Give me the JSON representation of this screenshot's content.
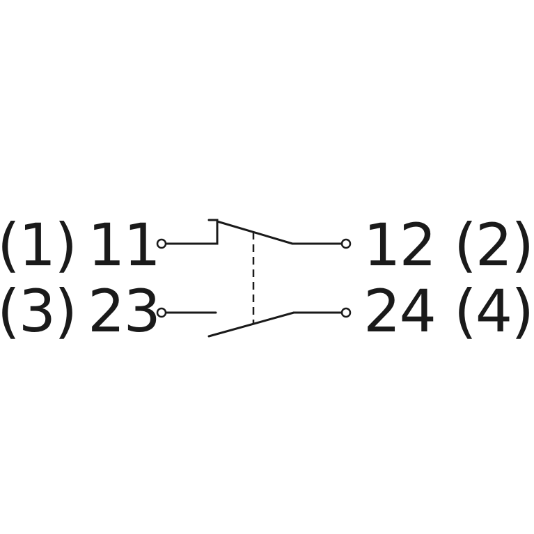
{
  "labels": {
    "row1_left_alt": "(1)",
    "row1_left": "11",
    "row1_right": "12",
    "row1_right_alt": "(2)",
    "row2_left_alt": "(3)",
    "row2_left": "23",
    "row2_right": "24",
    "row2_right_alt": "(4)"
  },
  "colors": {
    "stroke": "#1a1a1a",
    "background": "#ffffff"
  }
}
